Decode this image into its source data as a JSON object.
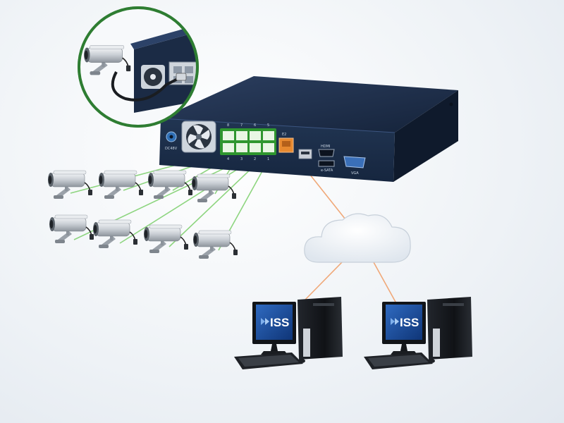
{
  "nvr": {
    "port_numbers_top": [
      "8",
      "7",
      "6",
      "5"
    ],
    "port_numbers_bottom": [
      "4",
      "3",
      "2",
      "1"
    ],
    "uplink_label": "E2",
    "power_label": "DC48V",
    "hdmi_label": "HDMI",
    "esata_label": "e-SATA",
    "vga_label": "VGA"
  },
  "workstations": [
    {
      "brand": "ISS"
    },
    {
      "brand": "ISS"
    }
  ],
  "colors": {
    "nvr_body": "#1d2d47",
    "poe_ports": "#36a336",
    "poe_links": "#7bcf6a",
    "network_links": "#f0a878",
    "inset_ring": "#2e7d32",
    "monitor_screen": "#1f4f9c"
  },
  "icons": [
    "camera-icon",
    "cloud-icon",
    "computer-icon",
    "fan-icon",
    "ethernet-port-icon"
  ]
}
